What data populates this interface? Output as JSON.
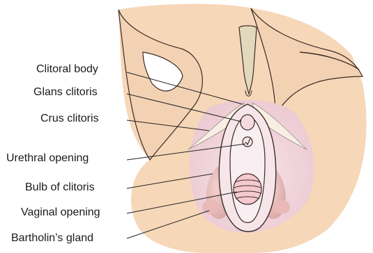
{
  "labels": {
    "clitoral_body": "Clitoral body",
    "glans_clitoris": "Glans clitoris",
    "crus_clitoris": "Crus clitoris",
    "urethral_opening": "Urethral opening",
    "bulb_of_clitoris": "Bulb of clitoris",
    "vaginal_opening": "Vaginal opening",
    "bartholins_gland": "Bartholin’s gland"
  },
  "colors": {
    "skin": "#f6d7b8",
    "skin_dark": "#efc9a6",
    "inner_pink": "#f1d6dd",
    "clitoral_body": "#e2d9bd",
    "bulb_pink": "#eabfbe",
    "outline": "#3b2a25",
    "leader": "#222222"
  }
}
